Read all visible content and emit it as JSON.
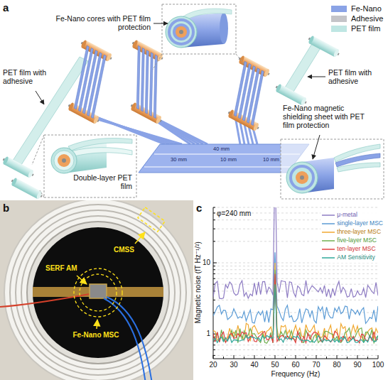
{
  "diagram": {
    "labels": [
      "a",
      "Fe-Nano cores with PET film protection",
      "PET film with adhesive",
      "PET film with adhesive",
      "Double-layer PET film",
      "Fe-Nano magnetic shielding sheet with PET film protection",
      "40 mm",
      "30 mm",
      "10 mm",
      "10 mm",
      "b",
      "SERF AM",
      "CMSS",
      "Fe-Nano MSC",
      "c",
      "φ=240 mm",
      "Magnetic noise (fT Hz⁻¹/²)",
      "Frequency (Hz)",
      "20",
      "30",
      "40",
      "50",
      "60",
      "70",
      "80",
      "90",
      "100",
      "1",
      "10"
    ],
    "legend": [
      {
        "text": "Fe-Nano",
        "color": "#8aa3e6"
      },
      {
        "text": "Adhesive",
        "color": "#c4c4c8"
      },
      {
        "text": "PET film",
        "color": "#bfe6e3"
      },
      {
        "text": "μ-metal"
      },
      {
        "text": "single-layer MSC"
      },
      {
        "text": "three-layer MSC"
      },
      {
        "text": "five-layer MSC"
      },
      {
        "text": "ten-layer MSC"
      },
      {
        "text": "AM Sensitivity"
      }
    ]
  }
}
